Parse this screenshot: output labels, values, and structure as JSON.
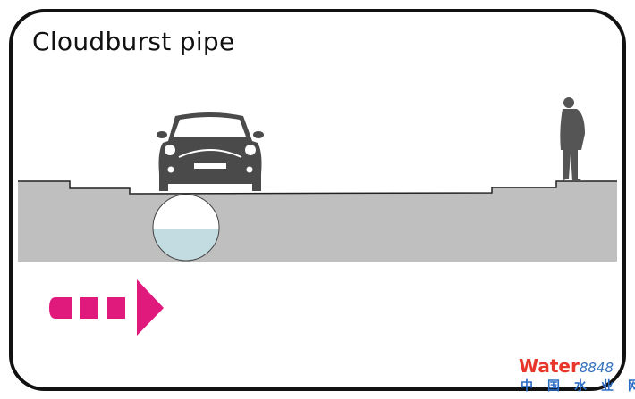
{
  "title": "Cloudburst pipe",
  "colors": {
    "ground": "#bfbfbf",
    "water": "#c3dce2",
    "car": "#4a4a4a",
    "person": "#555555",
    "arrow": "#e0197d",
    "frame": "#111111"
  },
  "icons": [
    "car-icon",
    "person-icon",
    "flow-arrow-icon",
    "pipe-icon"
  ],
  "watermark": {
    "text_latin": "Water",
    "text_number": "8848",
    "text_cn": "中国水业网"
  }
}
